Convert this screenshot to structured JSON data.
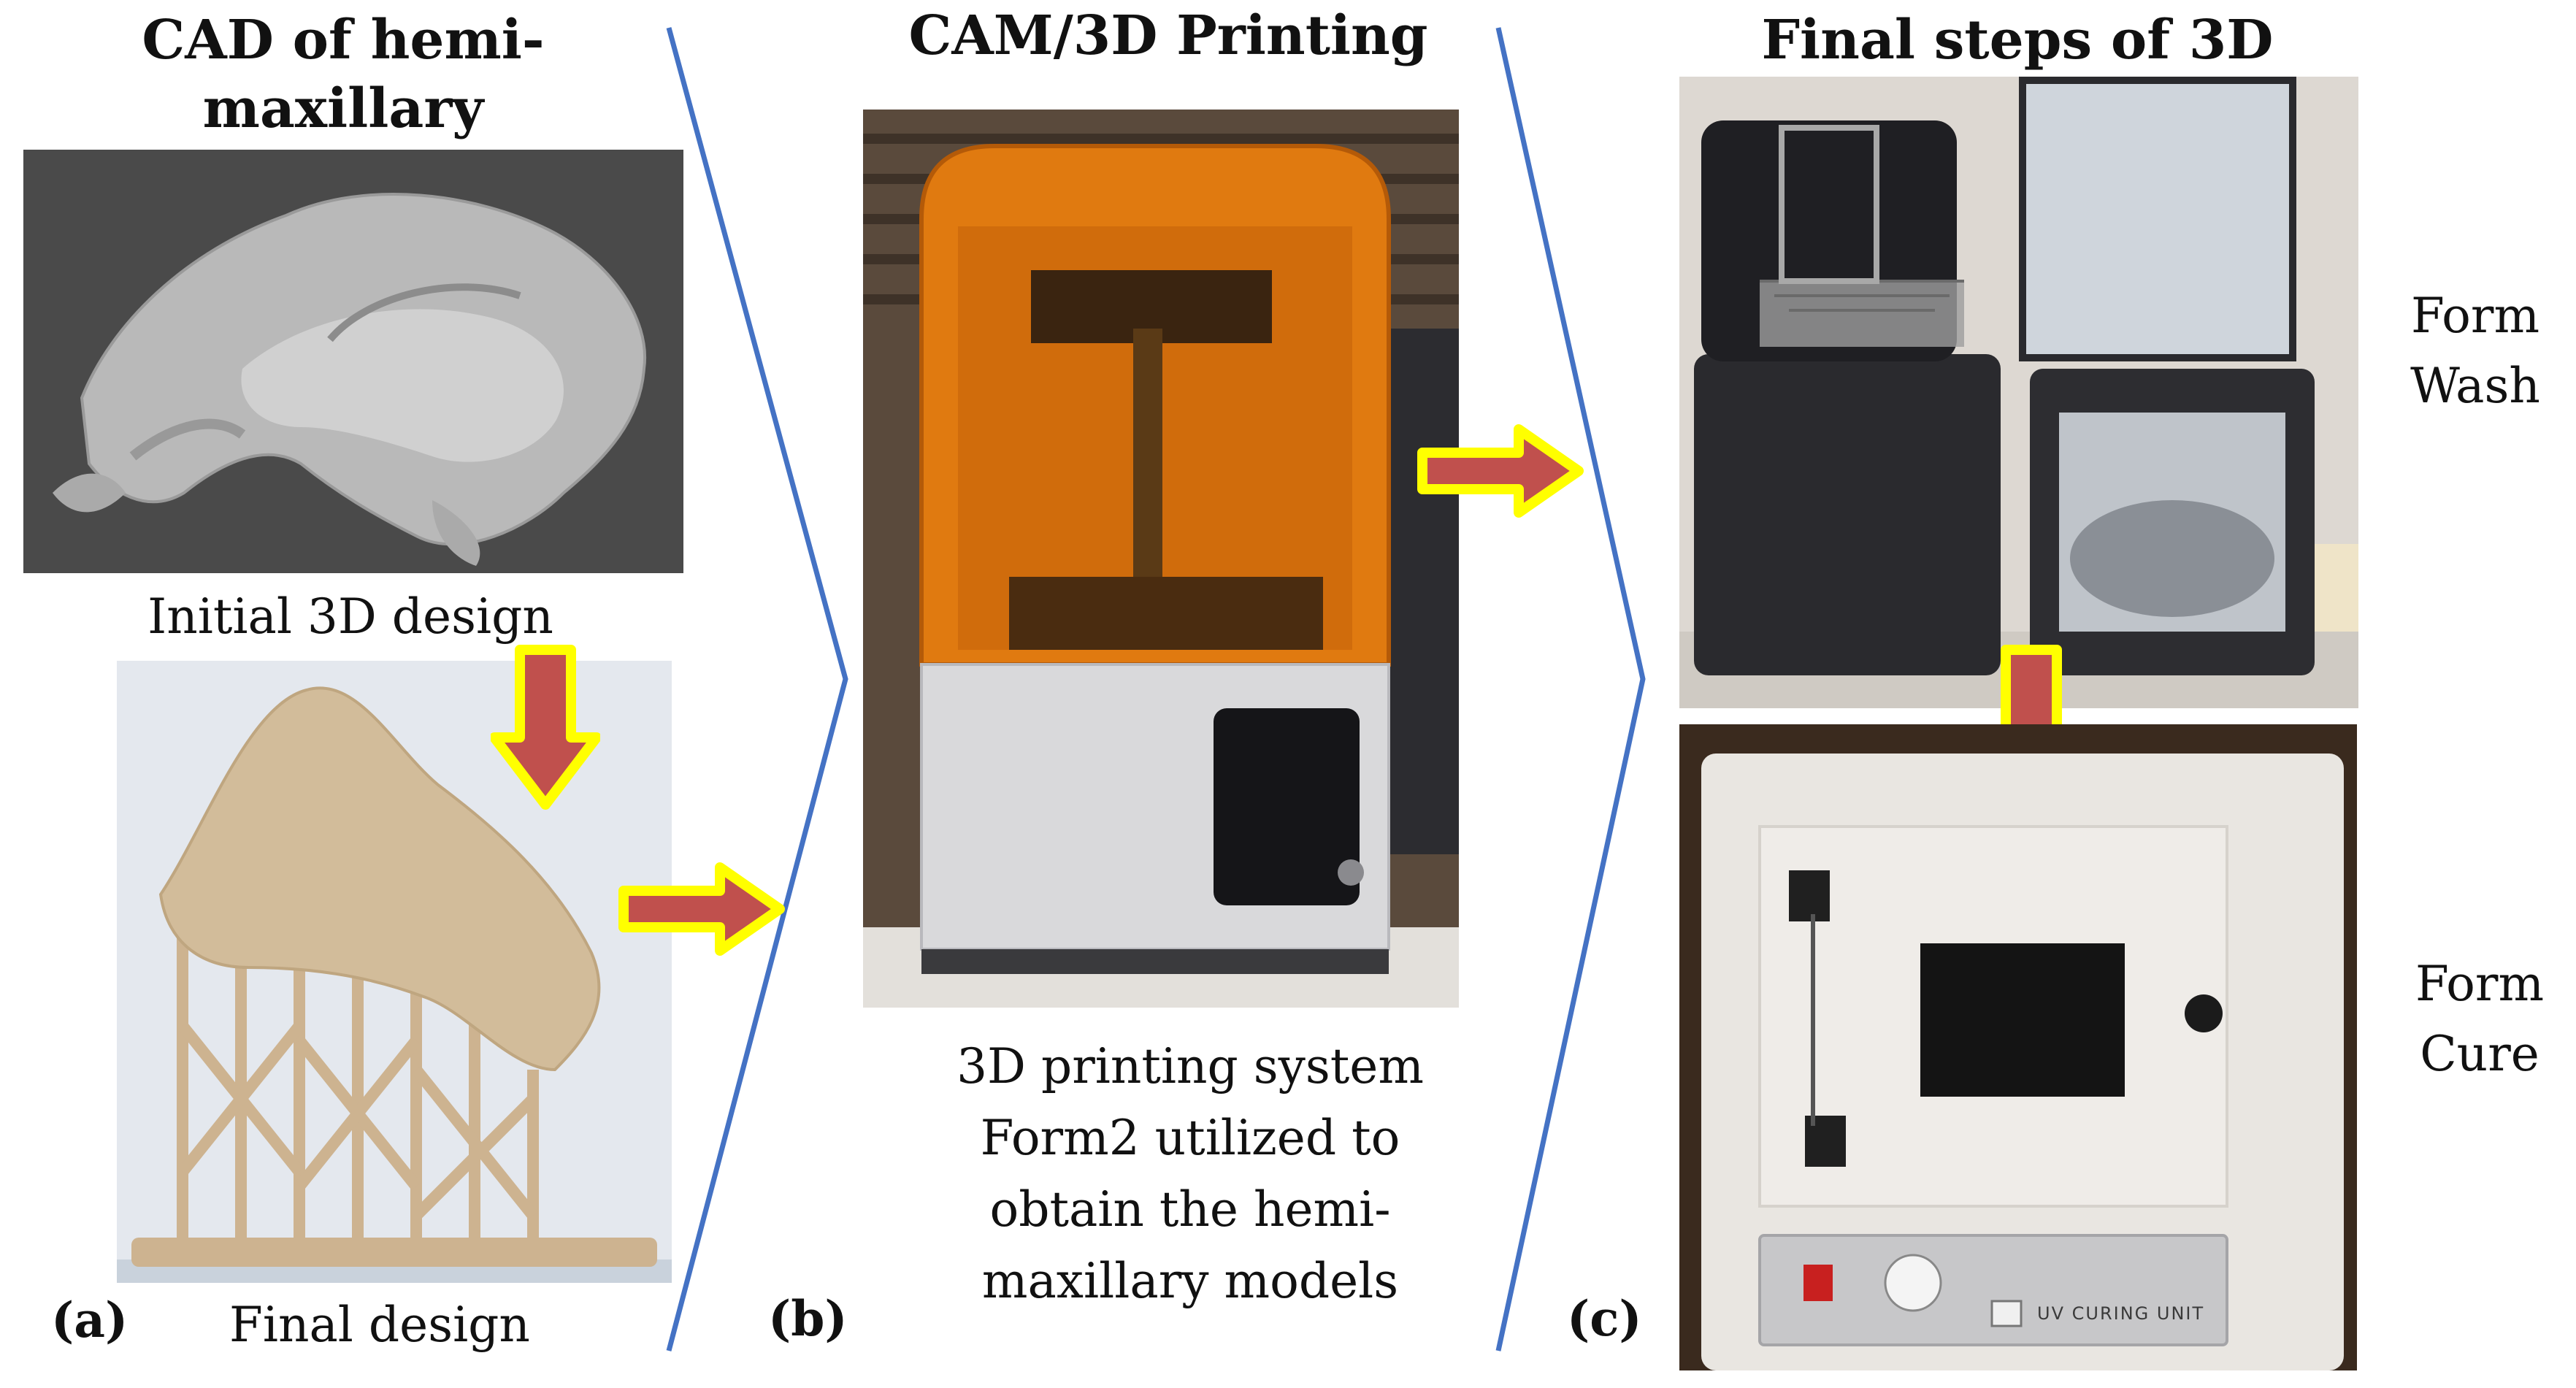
{
  "panel_a": {
    "title": "CAD of hemi-maxillary",
    "caption_top": "Initial 3D design",
    "caption_bottom": "Final design",
    "label": "(a)"
  },
  "panel_b": {
    "title": "CAM/3D Printing",
    "caption": "3D printing system Form2 utilized to obtain the hemi-maxillary models",
    "label": "(b)"
  },
  "panel_c": {
    "title": "Final steps of 3D Printing",
    "side_top": "Form Wash",
    "side_bottom": "Form Cure",
    "label": "(c)",
    "device_text": "UV CURING UNIT"
  },
  "colors": {
    "divider": "#4472c4",
    "arrow_fill": "#c0504d",
    "arrow_outline": "#ffff00",
    "printer_cover": "#e07a10",
    "cad_background": "#4a4a4a",
    "model_resin": "#d2bc9a"
  }
}
